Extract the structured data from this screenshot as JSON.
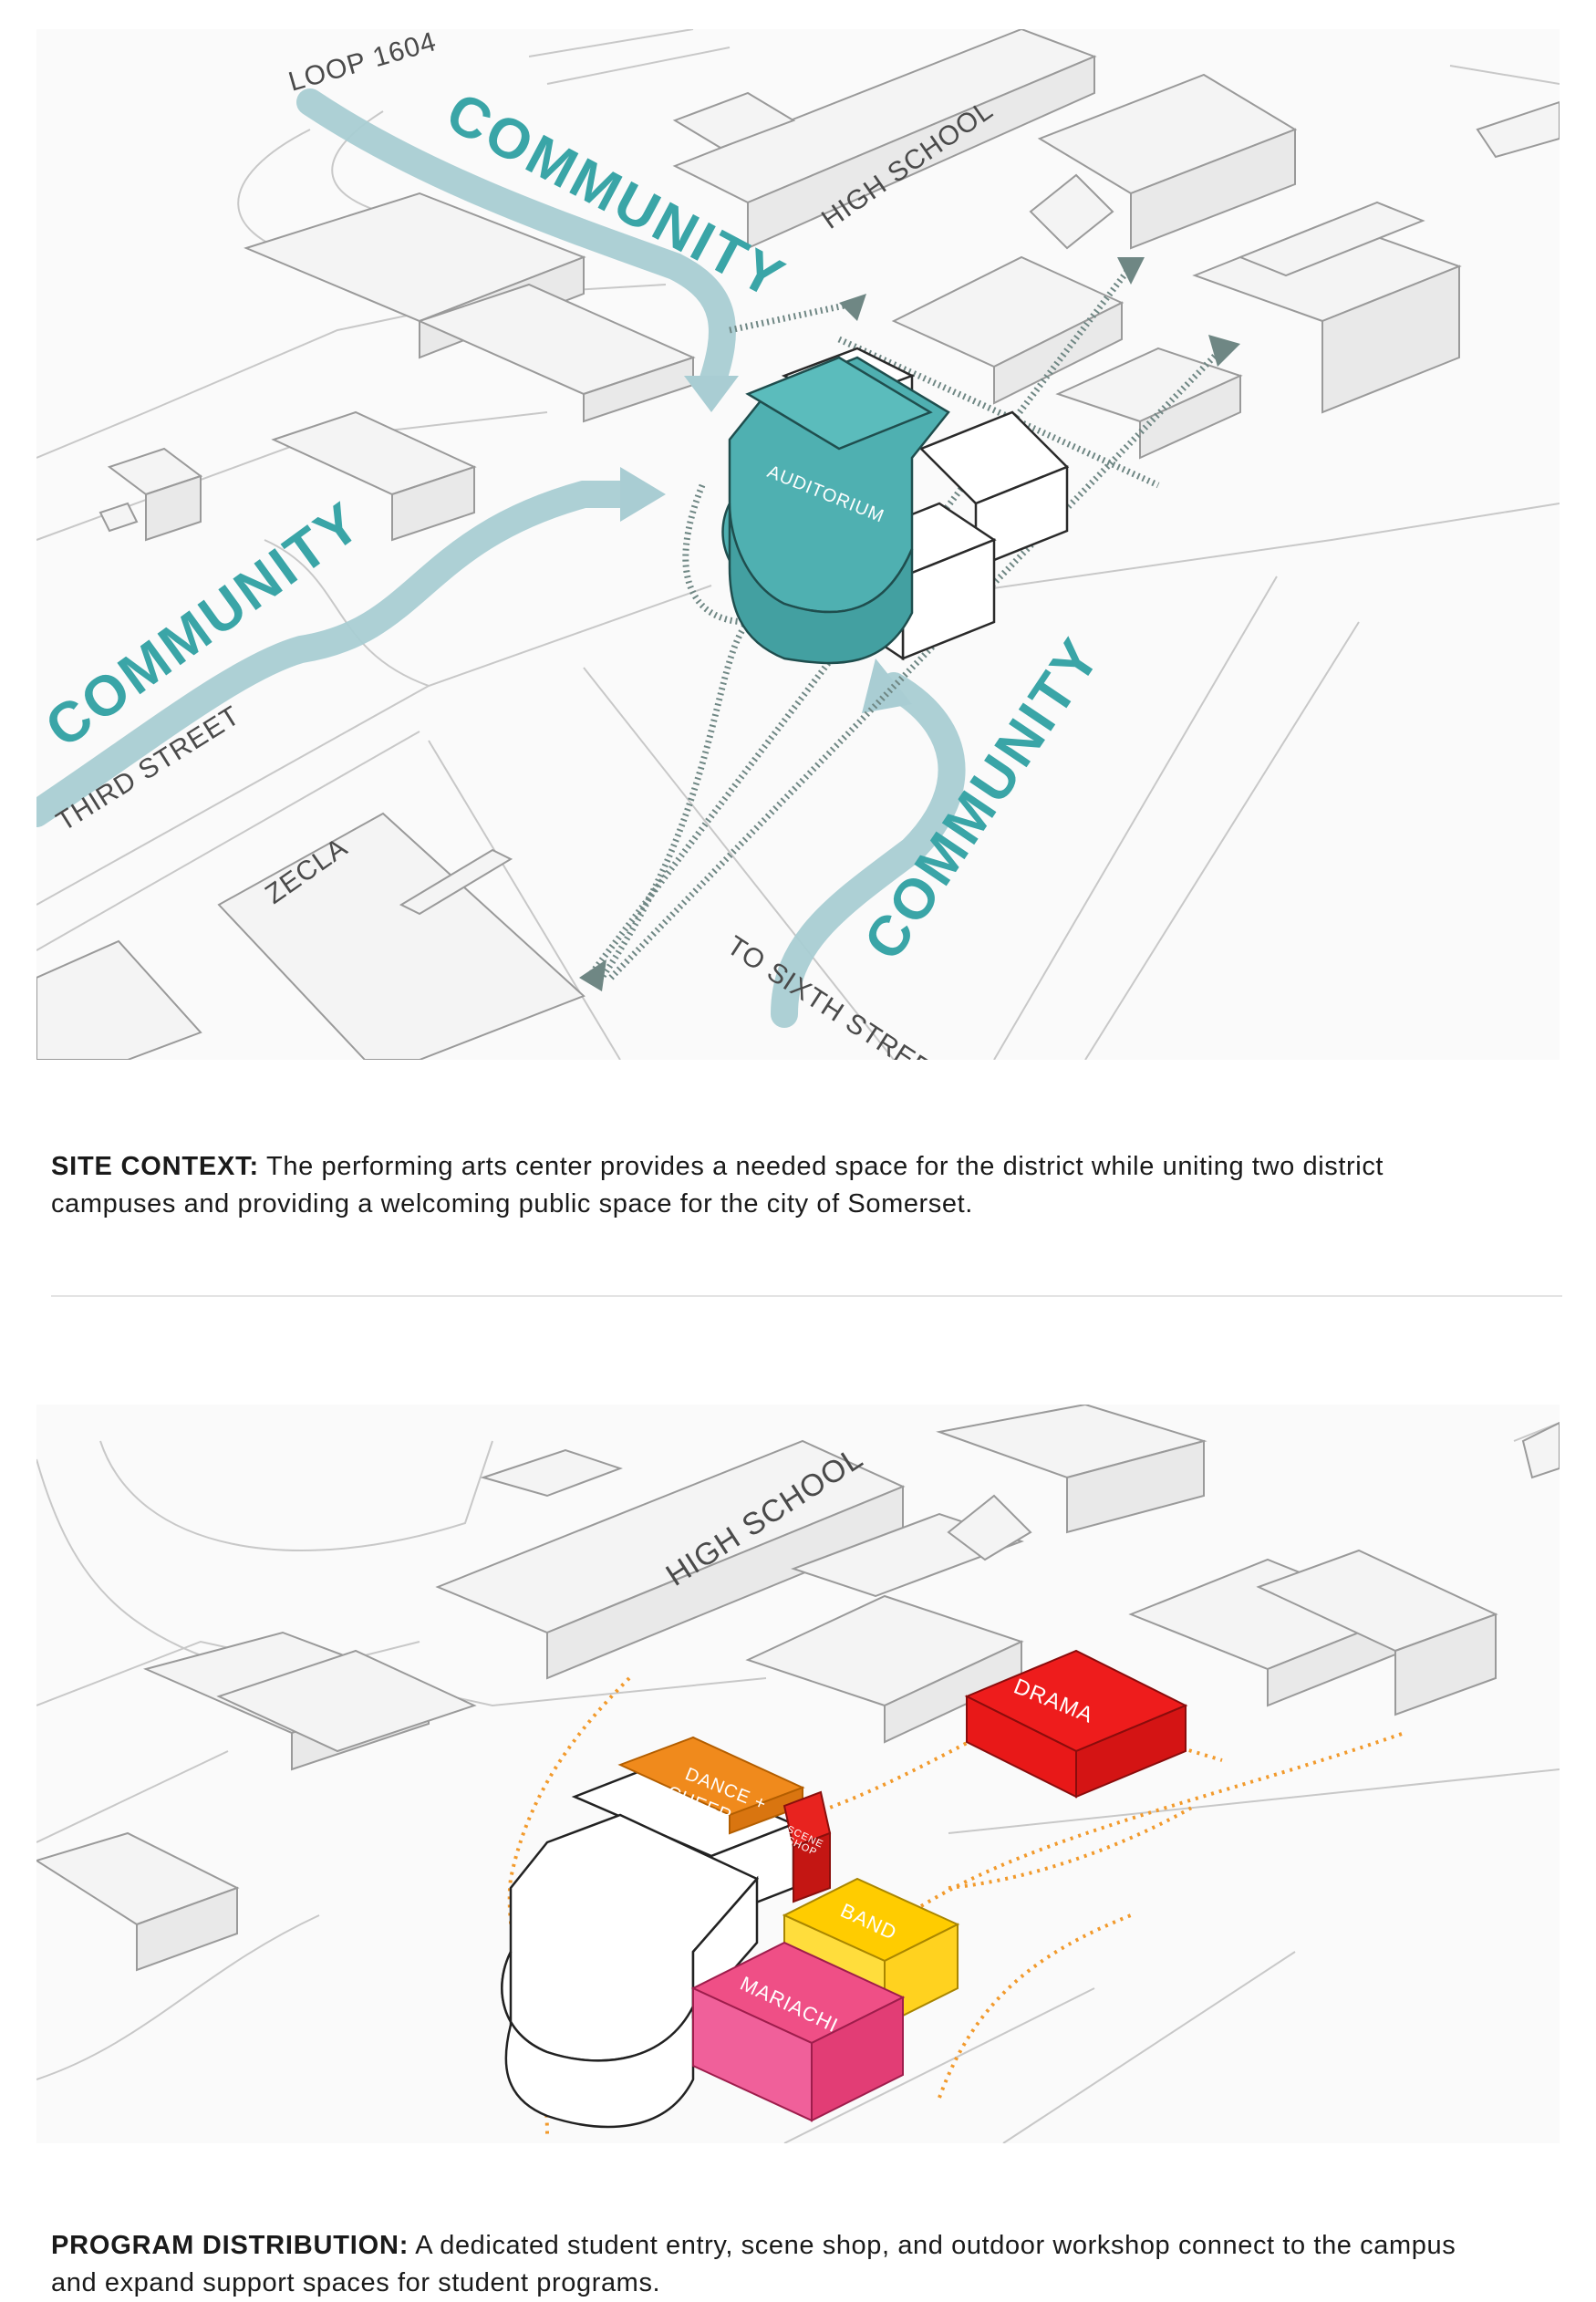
{
  "site_diagram": {
    "labels": {
      "loop": "LOOP 1604",
      "high_school": "HIGH SCHOOL",
      "auditorium": "AUDITORIUM",
      "third_street": "THIRD STREET",
      "zecla": "ZECLA",
      "sixth_street": "TO SIXTH STREET"
    },
    "community_label": "COMMUNITY",
    "colors": {
      "auditorium": "#4fb0b1",
      "community": "#3aa5a7",
      "flow": "#a9cdd3"
    }
  },
  "site_caption": {
    "heading": "SITE CONTEXT:",
    "text": " The performing arts center provides a needed space for the district while uniting two district campuses and providing a welcoming public space for the city of Somerset."
  },
  "program_diagram": {
    "labels": {
      "high_school": "HIGH SCHOOL",
      "dance_cheer_1": "DANCE +",
      "dance_cheer_2": "CHEER",
      "scene_shop_1": "SCENE",
      "scene_shop_2": "SHOP",
      "band": "BAND",
      "mariachi": "MARIACHI",
      "drama": "DRAMA"
    },
    "colors": {
      "dance": "#f08a1c",
      "scene_shop": "#e8231f",
      "band": "#ffcc00",
      "mariachi": "#ef4f86",
      "drama": "#ee1c1c"
    }
  },
  "program_caption": {
    "heading": "PROGRAM DISTRIBUTION:",
    "text": " A dedicated student entry, scene shop, and outdoor workshop connect to the campus and expand support spaces for student programs."
  }
}
